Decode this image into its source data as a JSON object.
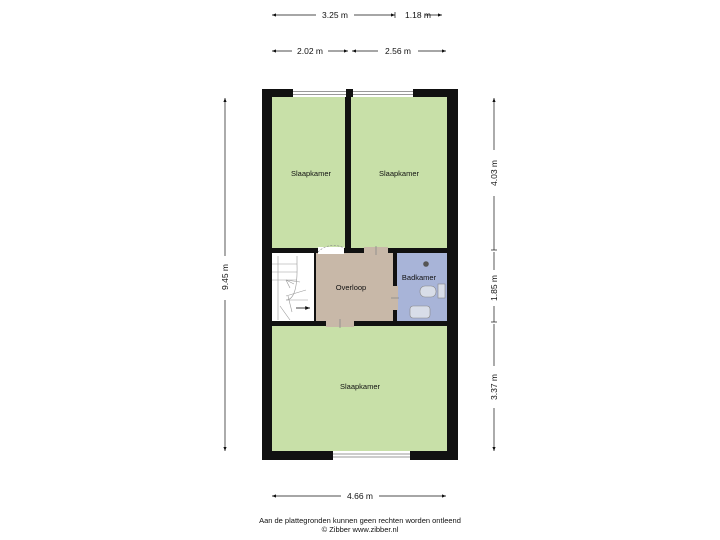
{
  "dimensions": {
    "top_row1_a": "3.25 m",
    "top_row1_b": "1.18 m",
    "top_row2_a": "2.02 m",
    "top_row2_b": "2.56 m",
    "bottom": "4.66 m",
    "left": "9.45 m",
    "right_a": "4.03 m",
    "right_b": "1.85 m",
    "right_c": "3.37 m"
  },
  "rooms": {
    "bedroom_top_left": "Slaapkamer",
    "bedroom_top_right": "Slaapkamer",
    "landing": "Overloop",
    "bathroom": "Badkamer",
    "bedroom_bottom": "Slaapkamer"
  },
  "footer": {
    "line1": "Aan de plattegronden kunnen geen rechten worden ontleend",
    "line2": "© Zibber www.zibber.nl"
  },
  "colors": {
    "bedroom": "#c8e0a8",
    "landing": "#c8b8a8",
    "bathroom": "#a8b4d8",
    "wall": "#111111"
  }
}
